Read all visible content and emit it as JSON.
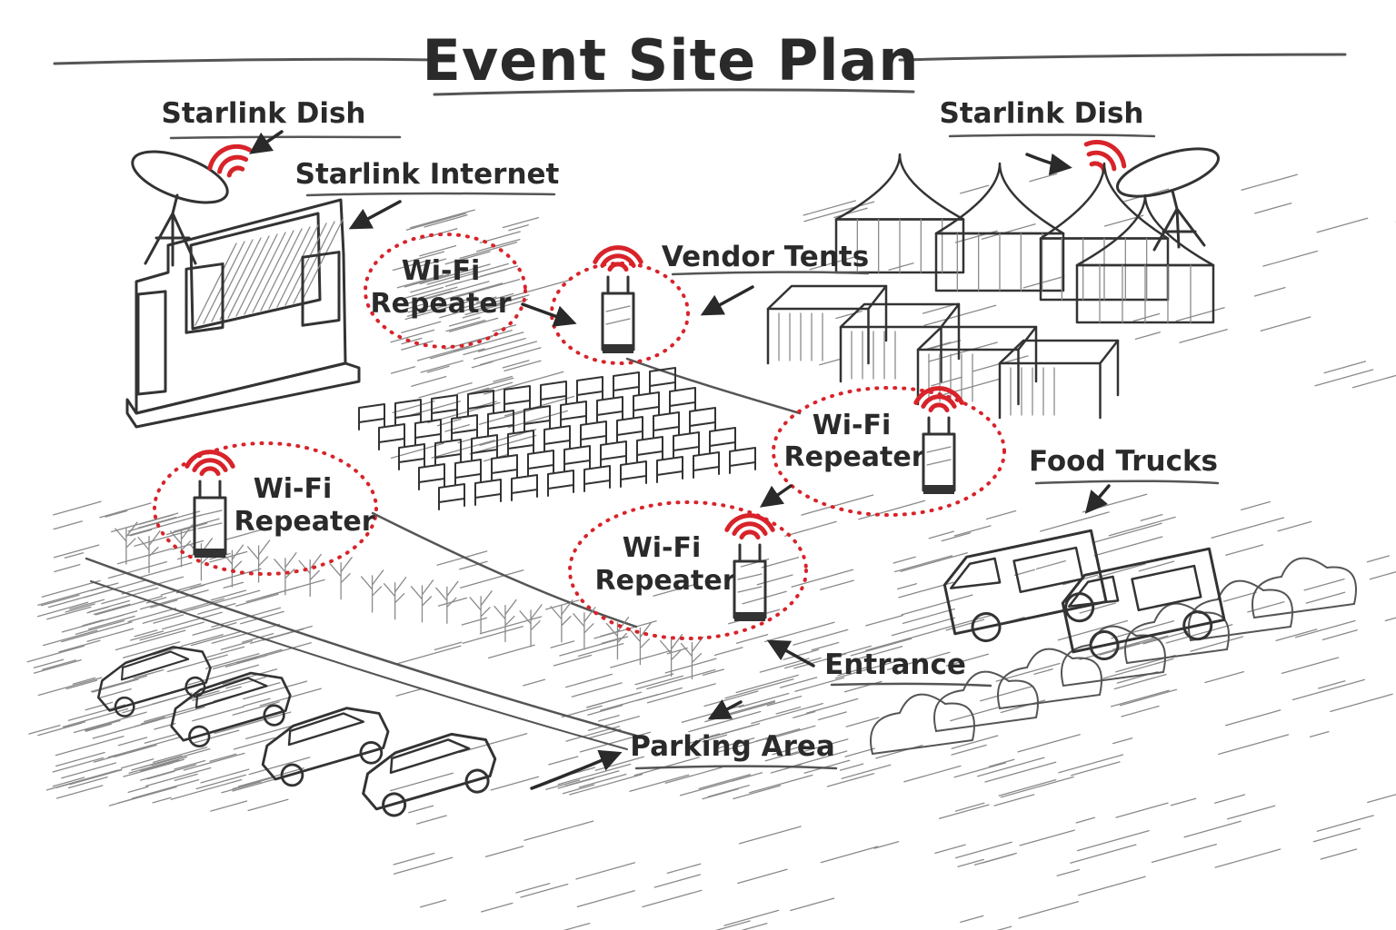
{
  "title": "Event Site Plan",
  "labels": {
    "starlink_dish_left": "Starlink Dish",
    "starlink_dish_right": "Starlink Dish",
    "starlink_internet": "Starlink Internet",
    "vendor_tents": "Vendor Tents",
    "food_trucks": "Food Trucks",
    "entrance": "Entrance",
    "parking_area": "Parking Area"
  },
  "repeaters": [
    {
      "line1": "Wi-Fi",
      "line2": "Repeater"
    },
    {
      "line1": "Wi-Fi",
      "line2": "Repeater"
    },
    {
      "line1": "Wi-Fi",
      "line2": "Repeater"
    },
    {
      "line1": "Wi-Fi",
      "line2": "Repeater"
    }
  ],
  "colors": {
    "signal": "#d8232a",
    "ink": "#2a2a2a"
  },
  "icons": [
    "satellite-dish-icon",
    "wifi-signal-icon",
    "repeater-device-icon",
    "tent-icon",
    "food-truck-icon",
    "car-icon",
    "stage-screen-icon",
    "chair-icon",
    "tree-icon"
  ]
}
